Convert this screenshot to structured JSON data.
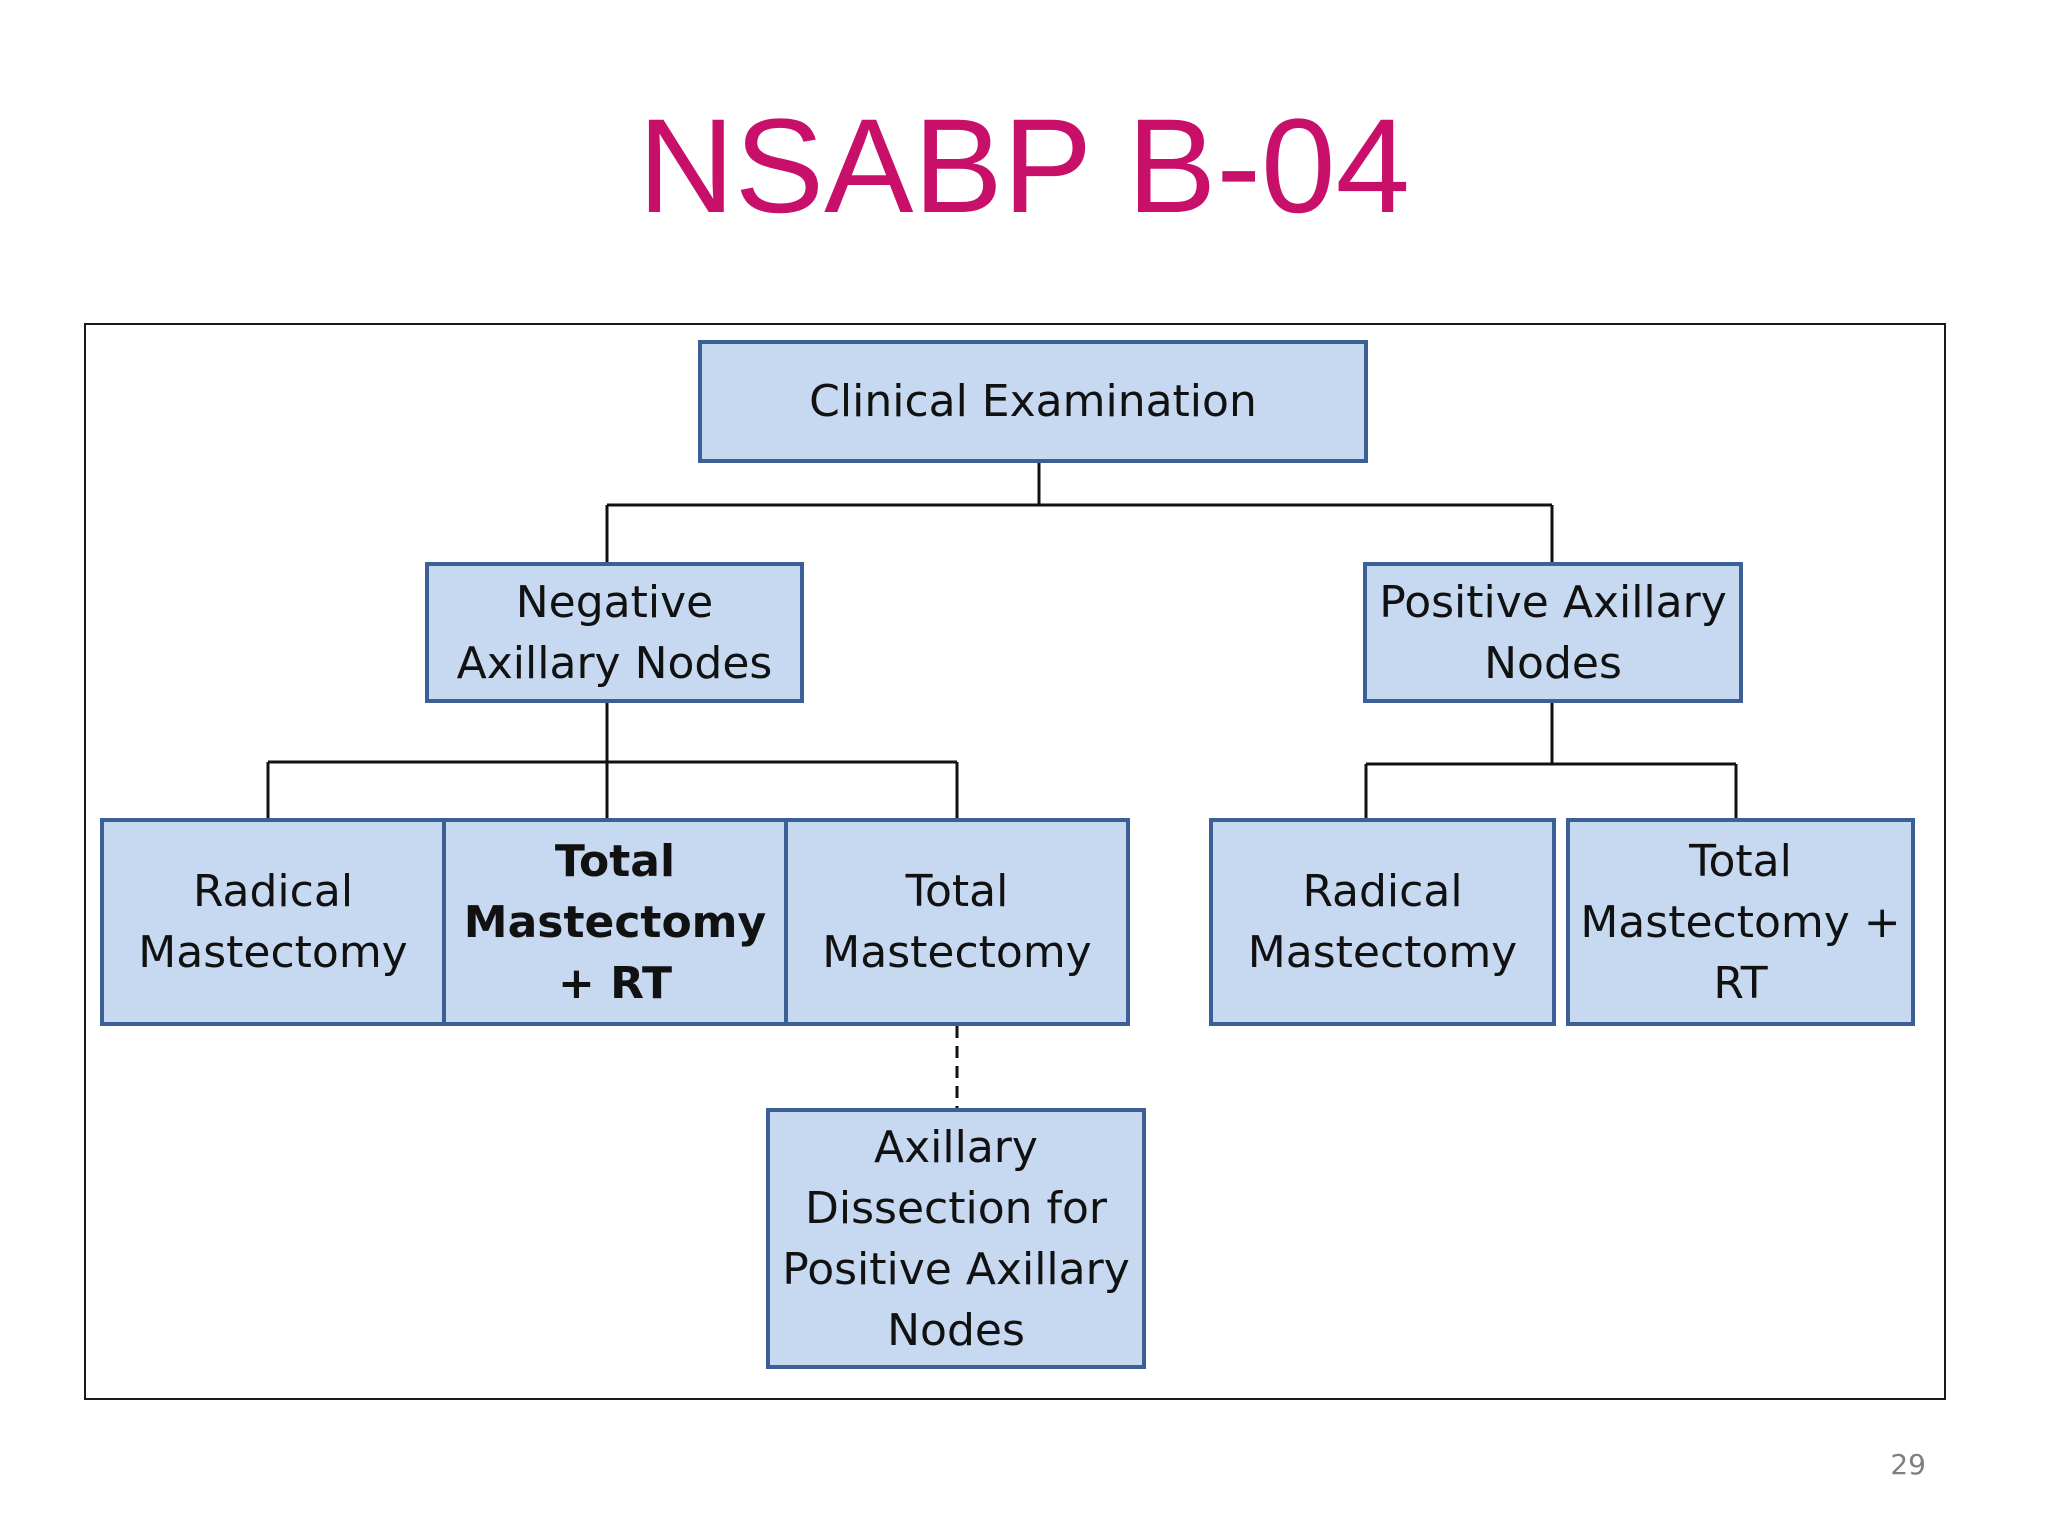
{
  "slide": {
    "title": "NSABP B-04",
    "page_number": "29"
  },
  "diagram": {
    "root": "Clinical Examination",
    "negative_nodes": "Negative\nAxillary Nodes",
    "positive_nodes": "Positive Axillary\nNodes",
    "negative_arms": {
      "radical_mastectomy": "Radical\nMastectomy",
      "total_mastectomy_rt": "Total\nMastectomy\n+ RT",
      "total_mastectomy": "Total\nMastectomy"
    },
    "positive_arms": {
      "radical_mastectomy": "Radical\nMastectomy",
      "total_mastectomy_rt": "Total\nMastectomy +\nRT"
    },
    "axillary_dissection": "Axillary\nDissection for\nPositive Axillary\nNodes"
  },
  "colors": {
    "title": "#c8106a",
    "box_fill": "#c6d9f1",
    "box_border": "#3c5f95",
    "connector": "#111111"
  }
}
